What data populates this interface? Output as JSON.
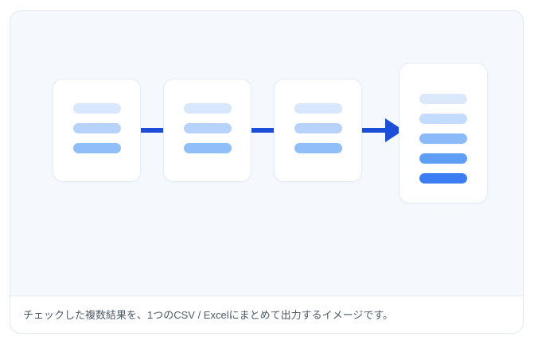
{
  "colors": {
    "page_bg": "#ffffff",
    "panel_bg": "#f5f9fd",
    "panel_border": "#dee7f2",
    "doc_bg": "#ffffff",
    "doc_border": "#e4ecf8",
    "divider": "#e4eaf2",
    "caption_bg": "#ffffff",
    "caption_color": "#4e5a67",
    "connector": "#1d4ed8"
  },
  "diagram": {
    "description": "three-source-documents-merged-into-one-output-document",
    "source_documents": [
      {
        "lines": [
          "#d9e7fd",
          "#b7d3fb",
          "#8fbef8"
        ]
      },
      {
        "lines": [
          "#d9e7fd",
          "#b7d3fb",
          "#8fbef8"
        ]
      },
      {
        "lines": [
          "#d9e7fd",
          "#b7d3fb",
          "#8fbef8"
        ]
      }
    ],
    "output_document": {
      "lines": [
        "#dce9fd",
        "#c3dbfc",
        "#8abaf9",
        "#5f9ef6",
        "#3b7ef3"
      ]
    },
    "connectors": [
      "line",
      "line",
      "arrow-right"
    ]
  },
  "caption": {
    "text": "チェックした複数結果を、1つのCSV / Excelにまとめて出力するイメージです。"
  }
}
